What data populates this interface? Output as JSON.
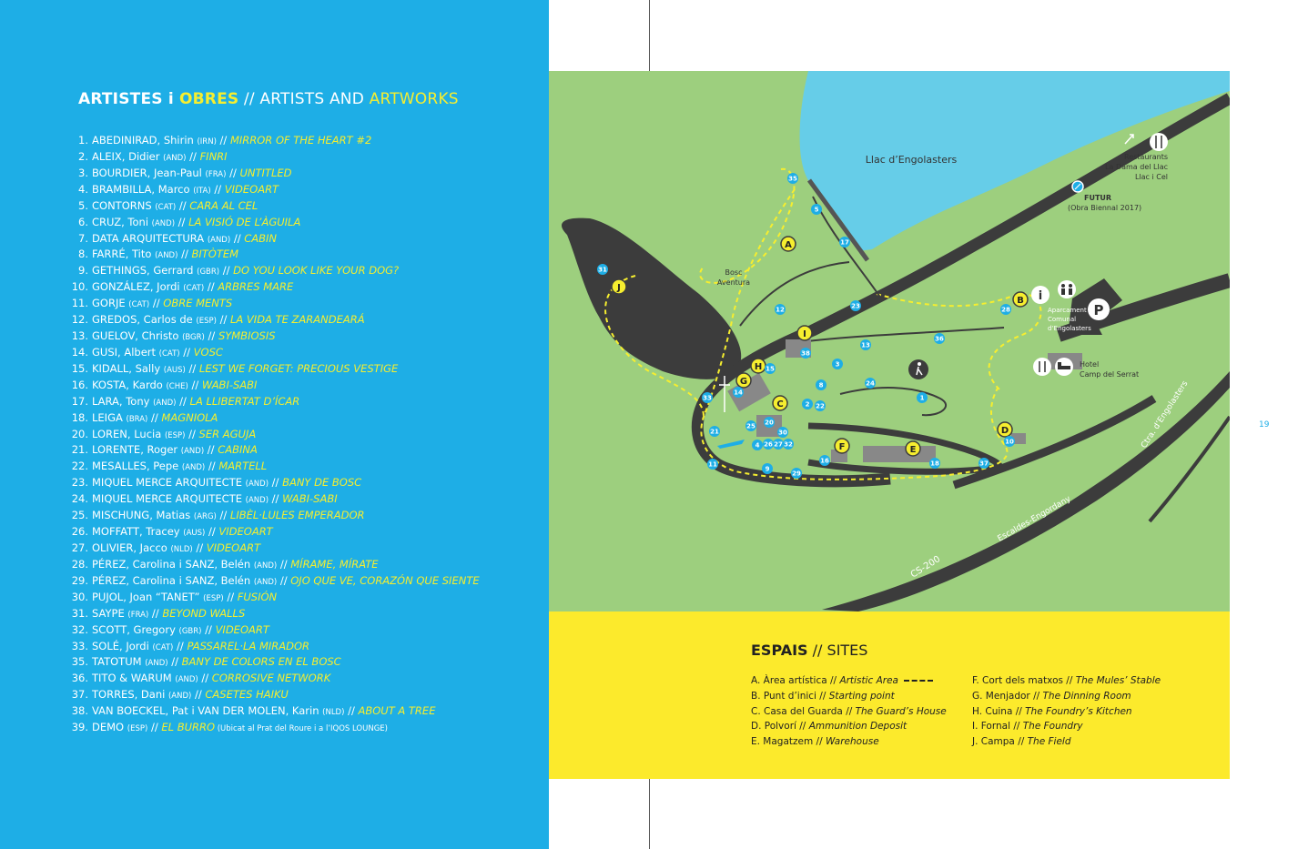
{
  "left_page": {
    "heading": {
      "part1": "ARTISTES i ",
      "part2": "OBRES",
      "part3": " // ARTISTS AND ",
      "part4": "ARTWORKS"
    },
    "artists": [
      {
        "num": "1.",
        "name": "ABEDINIRAD, Shirin",
        "country": "(IRN)",
        "sep": " // ",
        "work": "MIRROR OF THE HEART #2"
      },
      {
        "num": "2.",
        "name": "ALEIX, Didier",
        "country": "(AND)",
        "sep": " // ",
        "work": "FINRI"
      },
      {
        "num": "3.",
        "name": "BOURDIER, Jean-Paul",
        "country": "(FRA)",
        "sep": " // ",
        "work": "UNTITLED"
      },
      {
        "num": "4.",
        "name": "BRAMBILLA, Marco",
        "country": "(ITA)",
        "sep": " // ",
        "work": "VIDEOART"
      },
      {
        "num": "5.",
        "name": "CONTORNS",
        "country": "(CAT)",
        "sep": " // ",
        "work": "CARA AL CEL"
      },
      {
        "num": "6.",
        "name": "CRUZ, Toni",
        "country": "(AND)",
        "sep": " // ",
        "work": "LA VISIÓ DE L’ÀGUILA"
      },
      {
        "num": "7.",
        "name": "DATA ARQUITECTURA",
        "country": "(AND)",
        "sep": " // ",
        "work": "CABIN"
      },
      {
        "num": "8.",
        "name": "FARRÉ, Tito",
        "country": "(AND)",
        "sep": " // ",
        "work": "BITÒTEM"
      },
      {
        "num": "9.",
        "name": "GETHINGS, Gerrard",
        "country": "(GBR)",
        "sep": " // ",
        "work": "DO YOU LOOK LIKE YOUR DOG?"
      },
      {
        "num": "10.",
        "name": "GONZÁLEZ, Jordi",
        "country": "(CAT)",
        "sep": " // ",
        "work": "ARBRES MARE"
      },
      {
        "num": "11.",
        "name": "GORJE",
        "country": "(CAT)",
        "sep": " // ",
        "work": "OBRE MENTS"
      },
      {
        "num": "12.",
        "name": "GREDOS, Carlos de",
        "country": "(ESP)",
        "sep": " //  ",
        "work": "LA VIDA TE ZARANDEARÁ"
      },
      {
        "num": "13.",
        "name": "GUELOV, Christo",
        "country": "(BGR)",
        "sep": " // ",
        "work": "SYMBIOSIS"
      },
      {
        "num": "14.",
        "name": "GUSI, Albert",
        "country": "(CAT)",
        "sep": " // ",
        "work": "VOSC"
      },
      {
        "num": "15.",
        "name": "KIDALL, Sally",
        "country": "(AUS)",
        "sep": "  // ",
        "work": "LEST WE FORGET: PRECIOUS VESTIGE"
      },
      {
        "num": "16.",
        "name": "KOSTA, Kardo",
        "country": "(CHE)",
        "sep": " // ",
        "work": "WABI-SABI"
      },
      {
        "num": "17.",
        "name": "LARA, Tony",
        "country": "(AND)",
        "sep": " // ",
        "work": "LA LLIBERTAT D’ÍCAR"
      },
      {
        "num": "18.",
        "name": "LEIGA",
        "country": "(BRA)",
        "sep": " // ",
        "work": "MAGNIOLA"
      },
      {
        "num": "20.",
        "name": "LOREN, Lucia",
        "country": "(ESP)",
        "sep": " // ",
        "work": "SER AGUJA"
      },
      {
        "num": "21.",
        "name": "LORENTE, Roger",
        "country": "(AND)",
        "sep": " // ",
        "work": "CABINA"
      },
      {
        "num": "22.",
        "name": "MESALLES, Pepe",
        "country": "(AND)",
        "sep": " // ",
        "work": "MARTELL"
      },
      {
        "num": "23.",
        "name": "MIQUEL MERCE ARQUITECTE",
        "country": "(AND)",
        "sep": " // ",
        "work": "BANY DE BOSC"
      },
      {
        "num": "24.",
        "name": "MIQUEL MERCE ARQUITECTE",
        "country": "(AND)",
        "sep": " // ",
        "work": "WABI-SABI"
      },
      {
        "num": "25.",
        "name": "MISCHUNG, Matias",
        "country": "(ARG)",
        "sep": " // ",
        "work": "LIBÈL·LULES EMPERADOR"
      },
      {
        "num": "26.",
        "name": "MOFFATT, Tracey",
        "country": "(AUS)",
        "sep": " // ",
        "work": "VIDEOART"
      },
      {
        "num": "27.",
        "name": "OLIVIER, Jacco",
        "country": "(NLD)",
        "sep": " // ",
        "work": "VIDEOART"
      },
      {
        "num": "28.",
        "name": "PÉREZ, Carolina i SANZ, Belén",
        "country": "(AND)",
        "sep": " // ",
        "work": "MÍRAME, MÍRATE"
      },
      {
        "num": "29.",
        "name": "PÉREZ, Carolina i SANZ, Belén",
        "country": "(AND)",
        "sep": " // ",
        "work": "OJO QUE VE, CORAZÓN QUE SIENTE"
      },
      {
        "num": "30.",
        "name": "PUJOL, Joan “TANET”",
        "country": "(ESP)",
        "sep": " // ",
        "work": "FUSIÓN"
      },
      {
        "num": "31.",
        "name": "SAYPE",
        "country": "(FRA)",
        "sep": " // ",
        "work": "BEYOND WALLS"
      },
      {
        "num": "32.",
        "name": "SCOTT, Gregory",
        "country": "(GBR)",
        "sep": " // ",
        "work": "VIDEOART"
      },
      {
        "num": "33.",
        "name": "SOLÉ, Jordi",
        "country": "(CAT)",
        "sep": " // ",
        "work": "PASSAREL·LA MIRADOR"
      },
      {
        "num": "35.",
        "name": "TATOTUM",
        "country": "(AND)",
        "sep": " // ",
        "work": "BANY DE COLORS EN EL BOSC"
      },
      {
        "num": "36.",
        "name": "TITO & WARUM",
        "country": "(AND)",
        "sep": " // ",
        "work": "CORROSIVE NETWORK"
      },
      {
        "num": "37.",
        "name": "TORRES, Dani",
        "country": "(AND)",
        "sep": " // ",
        "work": "CASETES HAIKU"
      },
      {
        "num": "38.",
        "name": "VAN BOECKEL, Pat i VAN DER MOLEN, Karin",
        "country": "(NLD)",
        "sep": " // ",
        "work": "ABOUT A TREE"
      },
      {
        "num": "39.",
        "name": "DEMO",
        "country": "(ESP)",
        "sep": " // ",
        "work": "EL BURRO",
        "note": " (Ubicat al Prat del Roure i a l’IQOS LOUNGE)"
      }
    ]
  },
  "map": {
    "lake": "Llac d’Engolasters",
    "forest": [
      "Bosc",
      "Aventura"
    ],
    "restaurants": [
      "Restaurants",
      "La Dama del Llac",
      "Llac i Cel"
    ],
    "futur": [
      "FUTUR",
      "(Obra Biennal 2017)"
    ],
    "parking": [
      "Aparcament",
      "Comunal",
      "d’Engolasters"
    ],
    "hotel": [
      "Hotel",
      "Camp del Serrat"
    ],
    "road_ctra": "Ctra. d’Engolasters",
    "road_escaldes": "Escaldes-Engordany",
    "road_cs": "CS-200",
    "zone_letters": [
      "A",
      "B",
      "C",
      "D",
      "E",
      "F",
      "G",
      "H",
      "I",
      "J"
    ],
    "artwork_numbers": [
      "1",
      "2",
      "3",
      "4",
      "5",
      "8",
      "9",
      "10",
      "11",
      "12",
      "13",
      "14",
      "15",
      "16",
      "17",
      "18",
      "20",
      "21",
      "22",
      "23",
      "24",
      "25",
      "26",
      "27",
      "28",
      "29",
      "30",
      "31",
      "32",
      "33",
      "35",
      "36",
      "37",
      "38"
    ]
  },
  "sites": {
    "title_bold": "ESPAIS",
    "title_rest": " // SITES",
    "left_column": [
      {
        "ca": "A. Àrea artística // ",
        "en": "Artistic Area",
        "dashed": true
      },
      {
        "ca": "B. Punt d’inici  // ",
        "en": "Starting point"
      },
      {
        "ca": "C. Casa del Guarda // ",
        "en": "The Guard’s House"
      },
      {
        "ca": "D. Polvorí // ",
        "en": "Ammunition Deposit"
      },
      {
        "ca": "E. Magatzem // ",
        "en": "Warehouse"
      }
    ],
    "right_column": [
      {
        "ca": "F. Cort dels matxos // ",
        "en": "The Mules’ Stable"
      },
      {
        "ca": "G. Menjador // ",
        "en": "The Dinning Room"
      },
      {
        "ca": "H. Cuina // ",
        "en": "The Foundry’s Kitchen"
      },
      {
        "ca": "I. Fornal // ",
        "en": "The Foundry"
      },
      {
        "ca": "J. Campa // ",
        "en": "The Field"
      }
    ]
  },
  "page_number": "19",
  "colors": {
    "blue": "#1eaee6",
    "yellow_text": "#f6ee2f",
    "map_green": "#9dcf7e",
    "lake": "#66cde8",
    "road": "#3c3c3c",
    "sites_yellow": "#fcea2c"
  }
}
